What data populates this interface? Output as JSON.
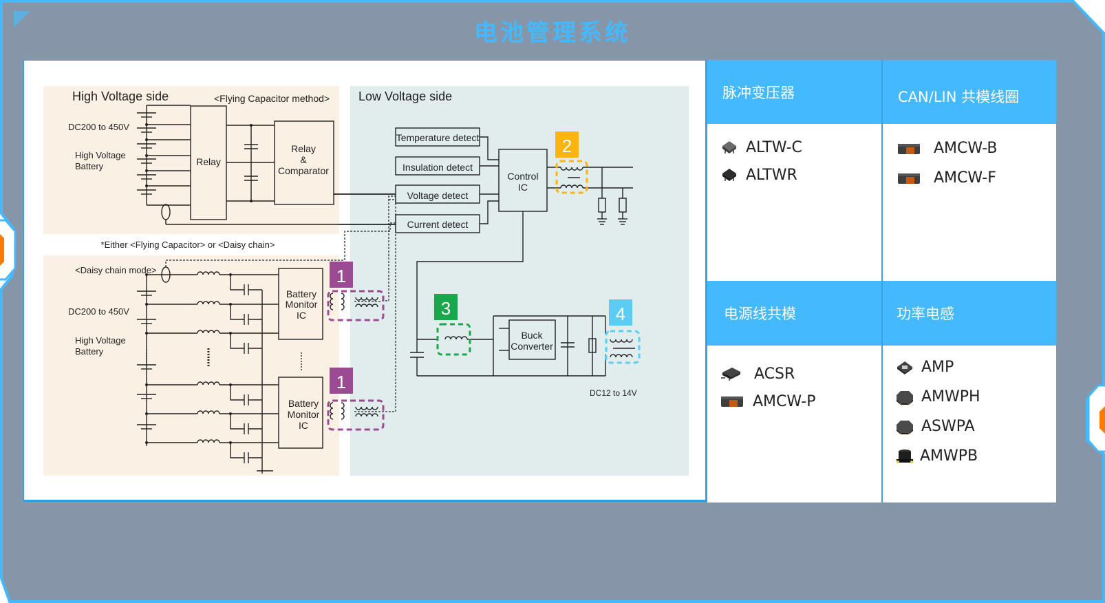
{
  "page": {
    "title": "电池管理系统",
    "colors": {
      "frame_bg": "#8696a8",
      "frame_border": "#45b9fd",
      "accent_orange": "#ff7a00",
      "header_blue": "#45b9fd",
      "hv_bg": "#fbf0e4",
      "lv_bg": "#e1eded",
      "badge_1": "#9c4a94",
      "badge_2": "#fbb50e",
      "badge_3": "#1aa64b",
      "badge_4": "#5bcdf5"
    }
  },
  "diagram": {
    "hv_title": "High Voltage side",
    "flying_cap_label": "<Flying Capacitor method>",
    "dc_voltage_top": "DC200 to 450V",
    "hv_battery_top": [
      "High Voltage",
      "Battery"
    ],
    "relay_label": "Relay",
    "relay_comparator": [
      "Relay",
      "&",
      "Comparator"
    ],
    "either_note": "*Either <Flying Capacitor> or <Daisy chain>",
    "daisy_chain_label": "<Daisy chain mode>",
    "dc_voltage_bottom": "DC200 to 450V",
    "hv_battery_bottom": [
      "High Voltage",
      "Battery"
    ],
    "battery_monitor_1": [
      "Battery",
      "Monitor",
      "IC"
    ],
    "battery_monitor_2": [
      "Battery",
      "Monitor",
      "IC"
    ],
    "lv_title": "Low Voltage side",
    "temperature_detect": "Temperature detect",
    "insulation_detect": "Insulation detect",
    "voltage_detect": "Voltage detect",
    "current_detect": "Current detect",
    "control_ic": [
      "Control",
      "IC"
    ],
    "buck_converter": [
      "Buck",
      "Converter"
    ],
    "dc_output": "DC12 to 14V",
    "badges": [
      "1",
      "1",
      "2",
      "3",
      "4"
    ]
  },
  "products": {
    "categories": [
      {
        "name": "脉冲变压器",
        "items": [
          {
            "label": "ALTW-C",
            "icon": "pulse-transformer-icon"
          },
          {
            "label": "ALTWR",
            "icon": "pulse-transformer-dark-icon"
          }
        ]
      },
      {
        "name": "CAN/LIN 共模线圈",
        "items": [
          {
            "label": "AMCW-B",
            "icon": "chip-inductor-icon"
          },
          {
            "label": "AMCW-F",
            "icon": "chip-inductor-icon"
          }
        ]
      },
      {
        "name": "电源线共模",
        "items": [
          {
            "label": "ACSR",
            "icon": "common-mode-choke-icon"
          },
          {
            "label": "AMCW-P",
            "icon": "chip-inductor-icon"
          }
        ]
      },
      {
        "name": "功率电感",
        "items": [
          {
            "label": "AMP",
            "icon": "power-inductor-icon"
          },
          {
            "label": "AMWPH",
            "icon": "shielded-inductor-icon"
          },
          {
            "label": "ASWPA",
            "icon": "shielded-inductor-icon"
          },
          {
            "label": "AMWPB",
            "icon": "drum-inductor-icon"
          }
        ]
      }
    ]
  }
}
